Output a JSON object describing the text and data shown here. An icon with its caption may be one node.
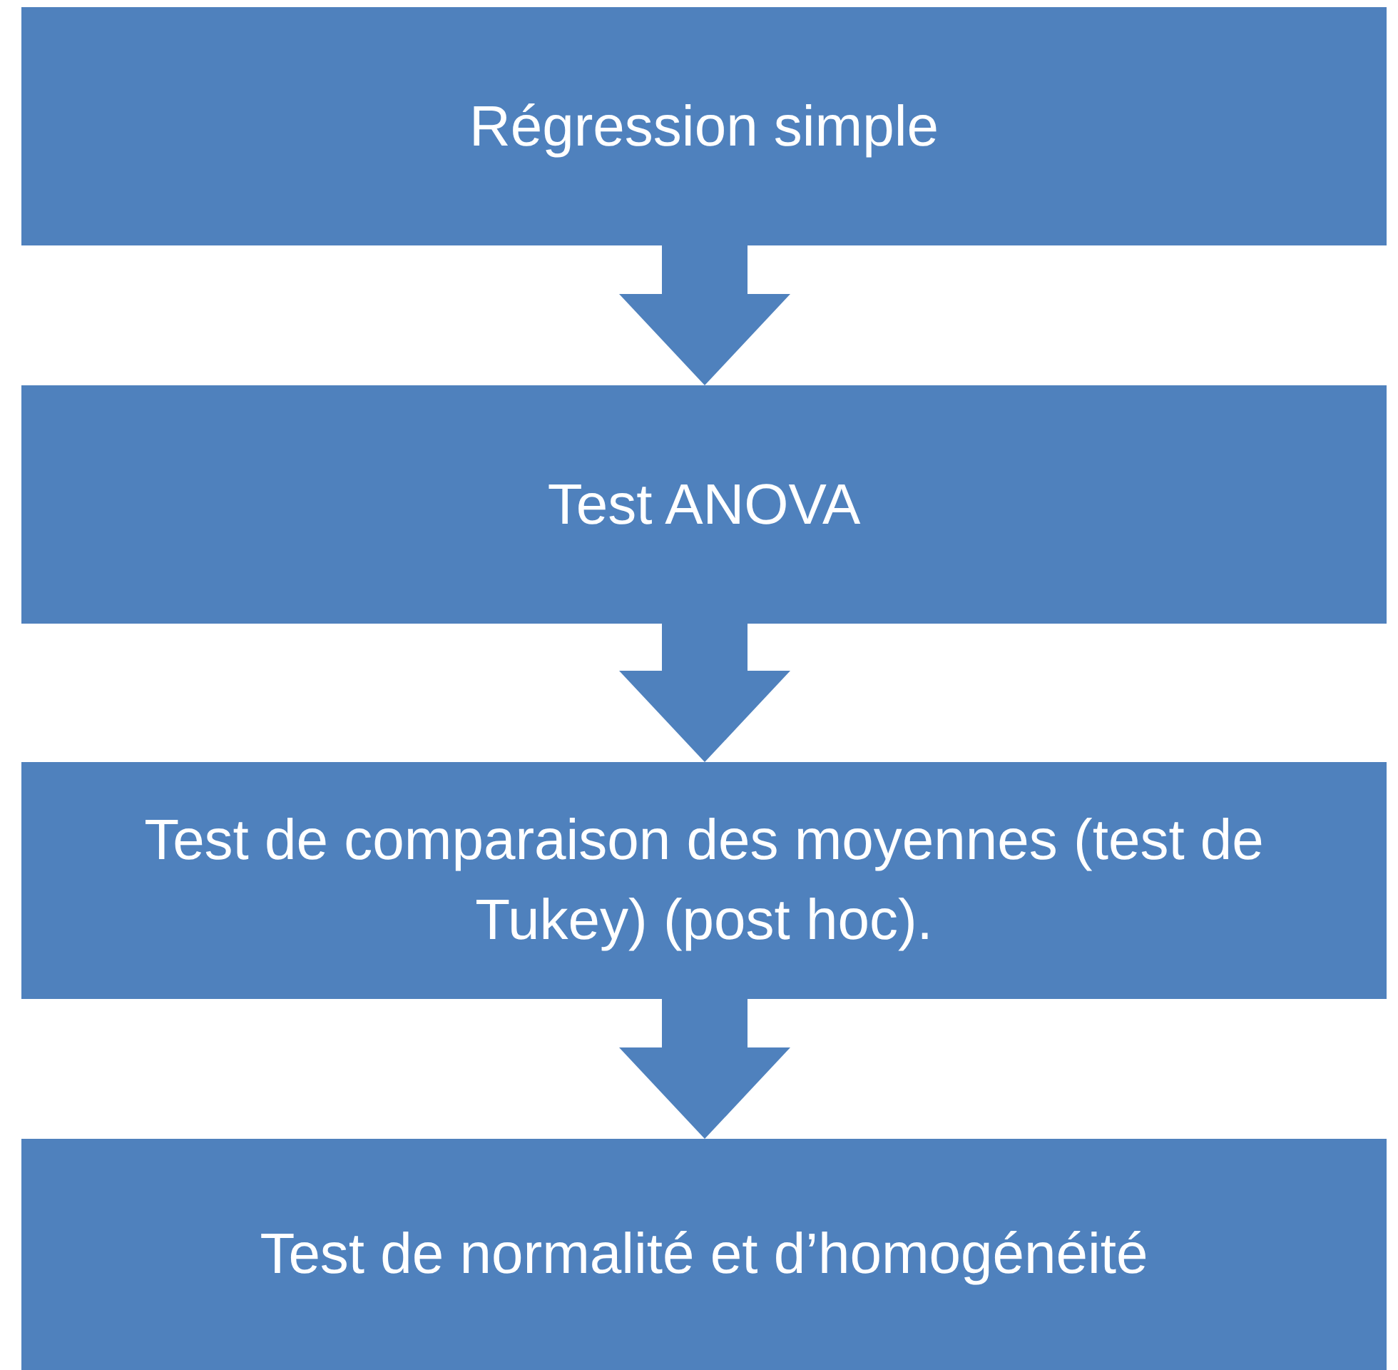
{
  "diagram": {
    "nodes": [
      {
        "text": [
          "Régression simple"
        ]
      },
      {
        "text": [
          "Test ANOVA"
        ]
      },
      {
        "text": [
          "Test de comparaison des moyennes (test de Tukey) (post hoc)."
        ]
      },
      {
        "text": [
          "Test de normalité et d’homogénéité"
        ]
      }
    ],
    "edges": [
      {
        "from": 0,
        "to": 1,
        "arrow": "to"
      },
      {
        "from": 1,
        "to": 2,
        "arrow": "to"
      },
      {
        "from": 2,
        "to": 3,
        "arrow": "to"
      }
    ]
  }
}
